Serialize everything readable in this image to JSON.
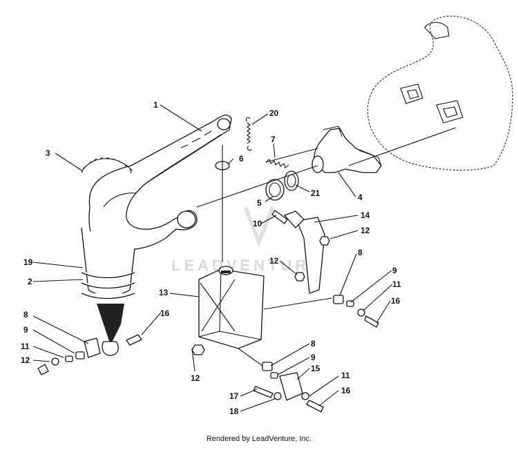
{
  "watermark": {
    "text": "LEADVENTURE"
  },
  "footer": {
    "text": "Rendered by LeadVenture, Inc."
  },
  "callouts": [
    {
      "id": "c1",
      "label": "1"
    },
    {
      "id": "c20",
      "label": "20"
    },
    {
      "id": "c3",
      "label": "3"
    },
    {
      "id": "c6",
      "label": "6"
    },
    {
      "id": "c7",
      "label": "7"
    },
    {
      "id": "c4",
      "label": "4"
    },
    {
      "id": "c21",
      "label": "21"
    },
    {
      "id": "c5",
      "label": "5"
    },
    {
      "id": "c14",
      "label": "14"
    },
    {
      "id": "c10",
      "label": "10"
    },
    {
      "id": "c12a",
      "label": "12"
    },
    {
      "id": "c8a",
      "label": "8"
    },
    {
      "id": "c19",
      "label": "19"
    },
    {
      "id": "c12b",
      "label": "12"
    },
    {
      "id": "c2",
      "label": "2"
    },
    {
      "id": "c9a",
      "label": "9"
    },
    {
      "id": "c11a",
      "label": "11"
    },
    {
      "id": "c13",
      "label": "13"
    },
    {
      "id": "c16a",
      "label": "16"
    },
    {
      "id": "c8b",
      "label": "8"
    },
    {
      "id": "c16b",
      "label": "16"
    },
    {
      "id": "c9b",
      "label": "9"
    },
    {
      "id": "c11b",
      "label": "11"
    },
    {
      "id": "c12c",
      "label": "12"
    },
    {
      "id": "c8c",
      "label": "8"
    },
    {
      "id": "c9c",
      "label": "9"
    },
    {
      "id": "c15",
      "label": "15"
    },
    {
      "id": "c12d",
      "label": "12"
    },
    {
      "id": "c11c",
      "label": "11"
    },
    {
      "id": "c17",
      "label": "17"
    },
    {
      "id": "c16c",
      "label": "16"
    },
    {
      "id": "c18",
      "label": "18"
    }
  ]
}
